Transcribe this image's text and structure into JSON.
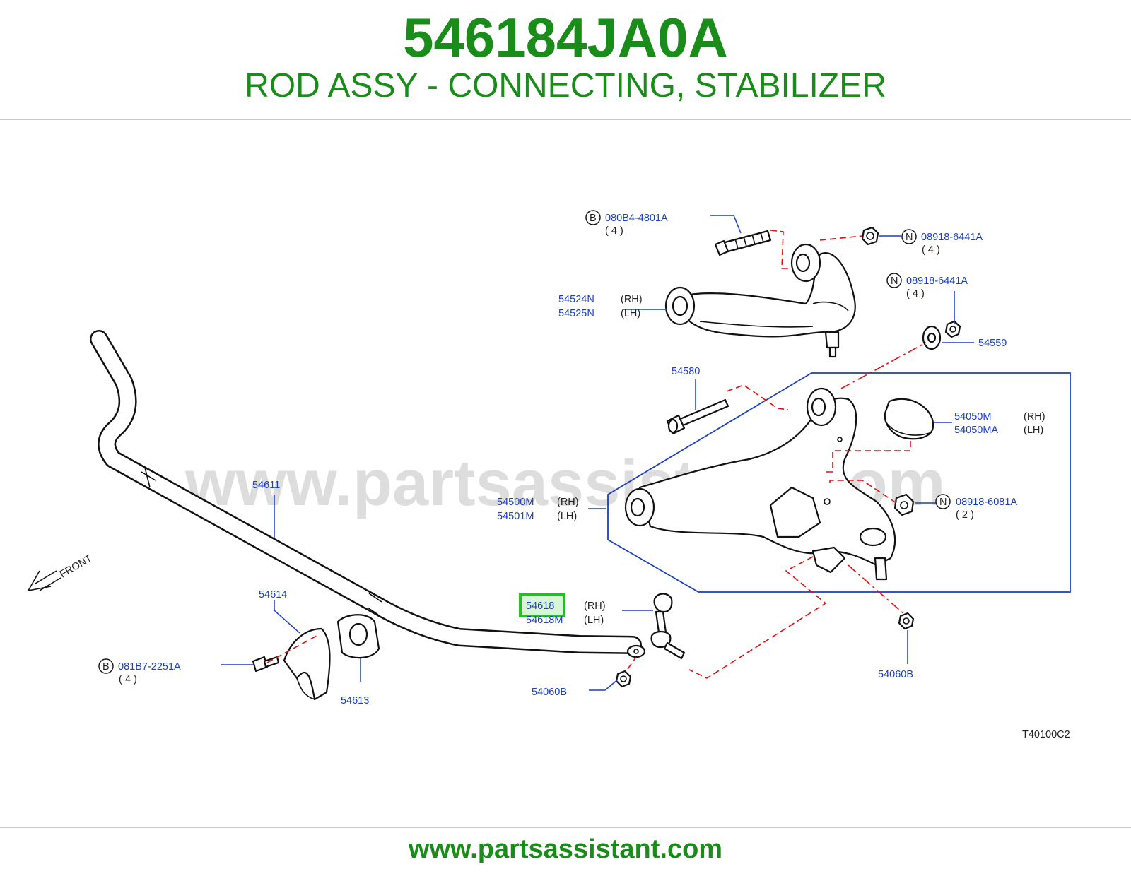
{
  "header": {
    "part_number": "546184JA0A",
    "description": "ROD ASSY - CONNECTING, STABILIZER"
  },
  "diagram": {
    "watermark": "www.partsassistant.com",
    "front_label": "FRONT",
    "figure_code": "T40100C2",
    "callouts": {
      "bolt_080b4": {
        "mark": "B",
        "number": "080B4-4801A",
        "qty": "( 4 )"
      },
      "nut_08918_top": {
        "mark": "N",
        "number": "08918-6441A",
        "qty": "( 4 )"
      },
      "nut_08918_mid": {
        "mark": "N",
        "number": "08918-6441A",
        "qty": "( 4 )"
      },
      "upper_arm_rh": {
        "number": "54524N",
        "side": "(RH)"
      },
      "upper_arm_lh": {
        "number": "54525N",
        "side": "(LH)"
      },
      "washer_54559": {
        "number": "54559"
      },
      "bolt_54580": {
        "number": "54580"
      },
      "cover_rh": {
        "number": "54050M",
        "side": "(RH)"
      },
      "cover_lh": {
        "number": "54050MA",
        "side": "(LH)"
      },
      "nut_08918_6081": {
        "mark": "N",
        "number": "08918-6081A",
        "qty": "( 2 )"
      },
      "lower_arm_rh": {
        "number": "54500M",
        "side": "(RH)"
      },
      "lower_arm_lh": {
        "number": "54501M",
        "side": "(LH)"
      },
      "stabilizer_bar": {
        "number": "54611"
      },
      "clamp_54614": {
        "number": "54614"
      },
      "bushing_54613": {
        "number": "54613"
      },
      "bolt_081b7": {
        "mark": "B",
        "number": "081B7-2251A",
        "qty": "( 4 )"
      },
      "rod_rh": {
        "number": "54618",
        "side": "(RH)"
      },
      "rod_lh": {
        "number": "54618M",
        "side": "(LH)"
      },
      "nut_54060b_left": {
        "number": "54060B"
      },
      "nut_54060b_right": {
        "number": "54060B"
      }
    }
  },
  "footer": {
    "url": "www.partsassistant.com"
  },
  "colors": {
    "brand_green": "#1a8c1a",
    "callout_blue": "#1a3fbf",
    "highlight_green": "#22c022",
    "leader_red": "#e01010"
  }
}
